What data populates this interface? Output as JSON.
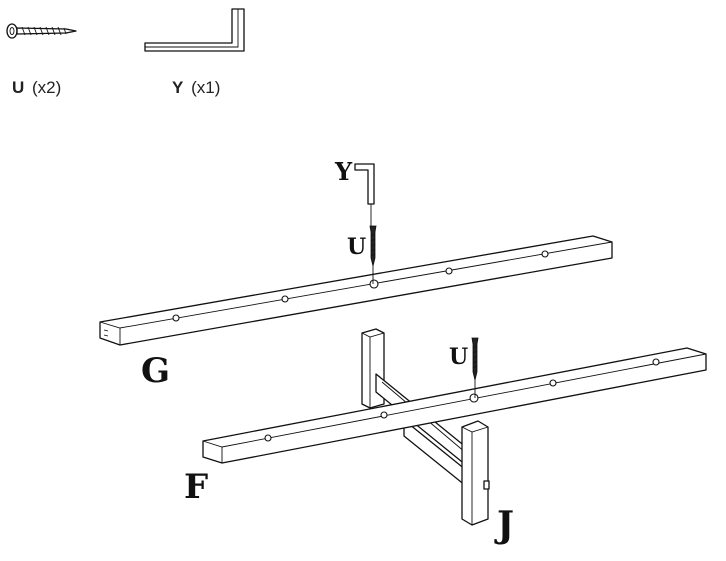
{
  "parts": [
    {
      "letter": "U",
      "qty": "(x2)",
      "icon": "screw-icon"
    },
    {
      "letter": "Y",
      "qty": "(x1)",
      "icon": "allen-key-icon"
    }
  ],
  "callouts": {
    "y_key": "Y",
    "u_screw_top": "U",
    "u_screw_front": "U",
    "rail_g": "G",
    "rail_f": "F",
    "bracket_j": "J"
  }
}
